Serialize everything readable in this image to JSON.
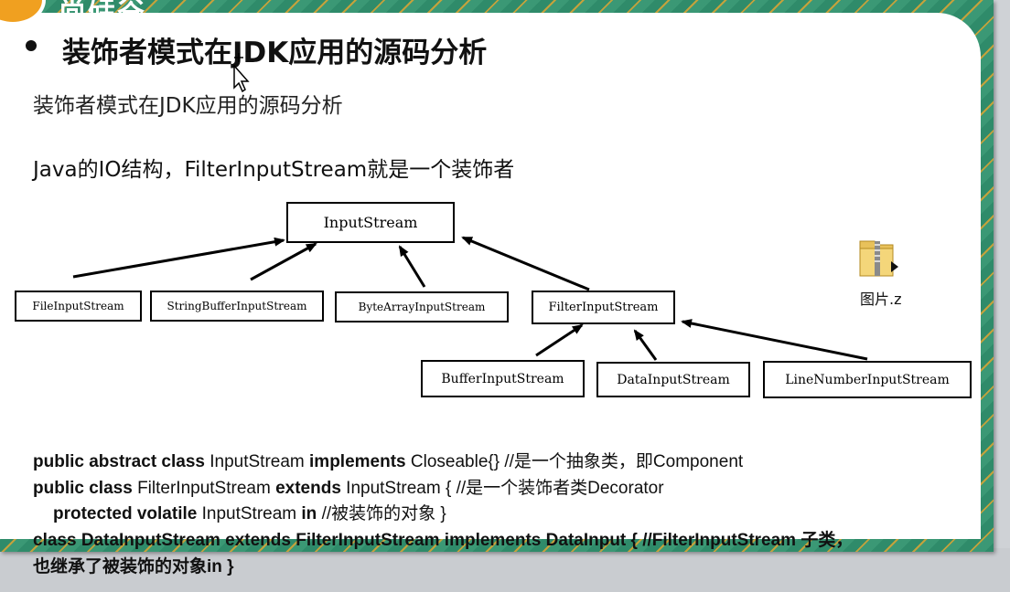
{
  "slide": {
    "logo_text": "尚硅谷",
    "heading": "装饰者模式在JDK应用的源码分析",
    "subheading": "装饰者模式在JDK应用的源码分析",
    "description": "Java的IO结构，FilterInputStream就是一个装饰者"
  },
  "diagram": {
    "root": "InputStream",
    "level1": [
      "FileInputStream",
      "StringBufferInputStream",
      "ByteArrayInputStream",
      "FilterInputStream"
    ],
    "level2": [
      "BufferInputStream",
      "DataInputStream",
      "LineNumberInputStream"
    ]
  },
  "desktop_icon": {
    "label": "图片.z",
    "icon": "zip-folder-icon"
  },
  "code": {
    "line1": {
      "kw1": "public abstract class",
      "t1": "InputStream",
      "kw2": "implements",
      "t2": "Closeable{} //是一个抽象类，即Component"
    },
    "line2": {
      "kw1": "public class",
      "t1": "FilterInputStream",
      "kw2": "extends",
      "t2": "InputStream { //是一个装饰者类Decorator"
    },
    "line3": {
      "kw1": "protected volatile",
      "t1": "InputStream",
      "kw2": "in",
      "t2": "//被装饰的对象 }"
    },
    "line4": "class DataInputStream extends FilterInputStream implements DataInput { //FilterInputStream 子类，",
    "line5": "也继承了被装饰的对象in }"
  },
  "colors": {
    "frame_green": "#2f8b6a",
    "frame_gold": "#d4a437",
    "logo_orange": "#f0a020"
  }
}
